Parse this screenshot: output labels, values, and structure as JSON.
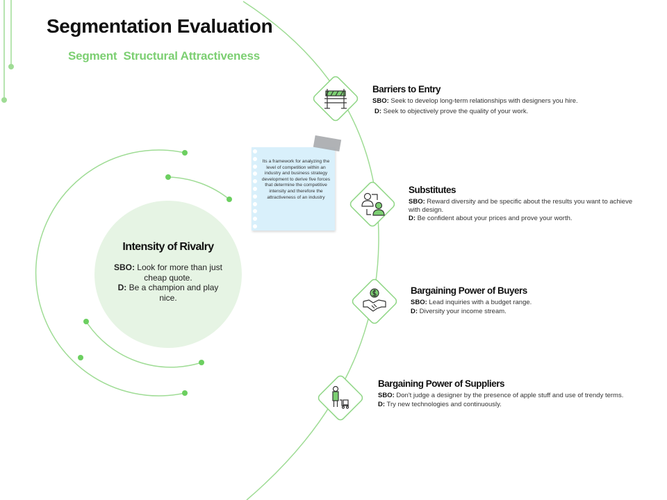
{
  "title": "Segmentation Evaluation",
  "subtitle": "Segment  Structural Attractiveness",
  "center": {
    "title": "Intensity of Rivalry",
    "sbo_label": "SBO:",
    "sbo_text": " Look for more than just cheap quote.",
    "d_label": "D:",
    "d_text": " Be a champion and play nice."
  },
  "note": {
    "text": "Its a framework for analyzing the level of competition within an industry and business strategy development to derive five forces that determine the competitive intensity and therefore the attractiveness of an industry"
  },
  "forces": [
    {
      "title": "Barriers to Entry",
      "icon": "barrier-icon",
      "sbo_label": "SBO:",
      "sbo_text": " Seek to develop long-term relationships with  designers you hire.",
      "d_label": "D:",
      "d_text": " Seek to objectively prove the quality of your work."
    },
    {
      "title": "Substitutes",
      "icon": "people-exchange-icon",
      "sbo_label": "SBO:",
      "sbo_text": " Reward diversity and be specific about the results you want to achieve with design.",
      "d_label": "D:",
      "d_text": " Be confident about your prices and prove your worth."
    },
    {
      "title": "Bargaining Power of Buyers",
      "icon": "handshake-dollar-icon",
      "sbo_label": "SBO:",
      "sbo_text": " Lead inquiries with a  budget range.",
      "d_label": "D:",
      "d_text": " Diversity your income stream."
    },
    {
      "title": "Bargaining Power of Suppliers",
      "icon": "supplier-cart-icon",
      "sbo_label": "SBO:",
      "sbo_text": " Don't judge a designer by the presence of apple stuff and use of trendy terms.",
      "d_label": "D:",
      "d_text": " Try new technologies and continuously."
    }
  ],
  "colors": {
    "accent": "#7ccf72",
    "line": "#9fdc95",
    "dot": "#6ccf60",
    "core_fill": "#e6f4e4",
    "note_fill": "#d9f0fb"
  }
}
